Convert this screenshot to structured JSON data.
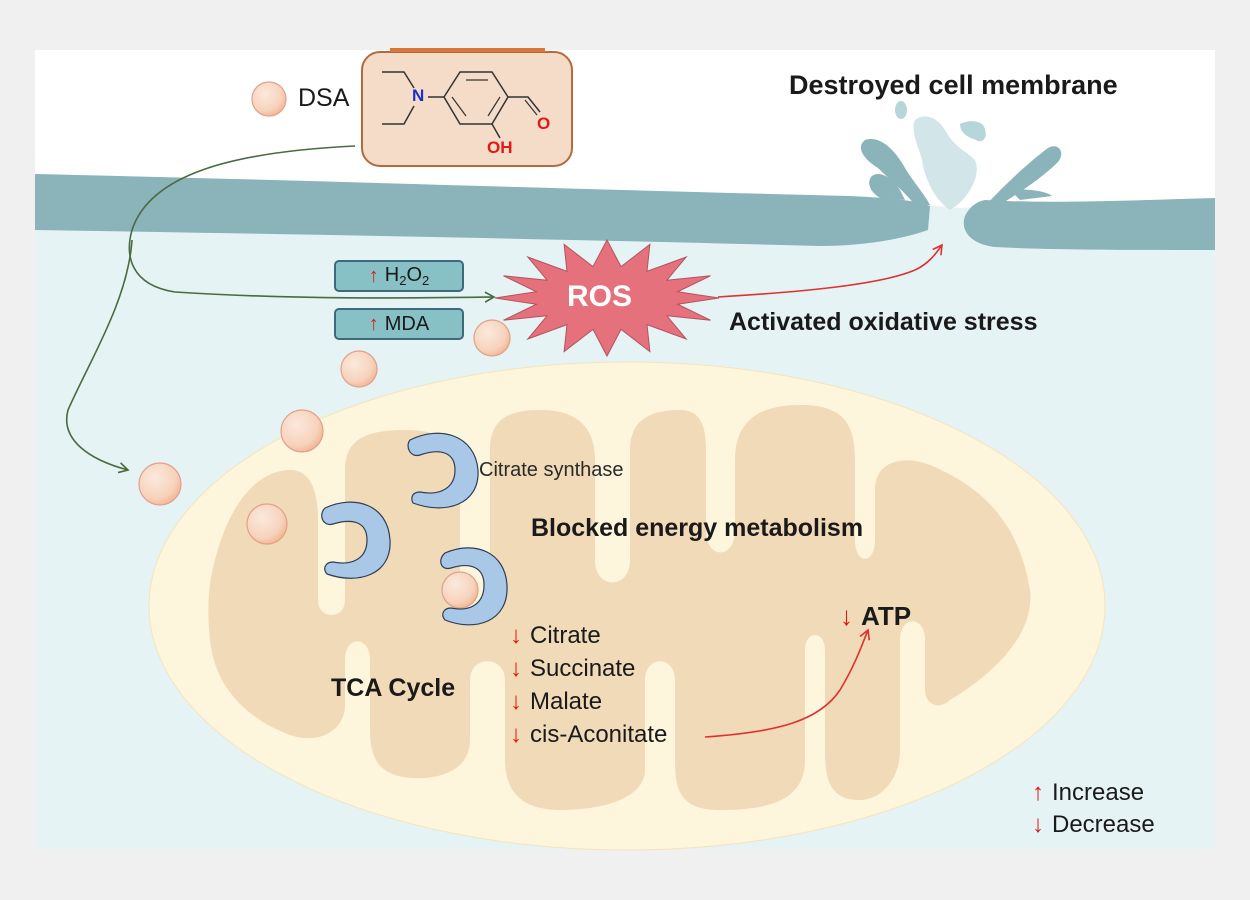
{
  "figure": {
    "compound": {
      "label": "DSA",
      "structure_atoms": {
        "nitrogen": "N",
        "hydroxyl": "OH",
        "aldehyde_oxygen": "O"
      }
    },
    "titles": {
      "membrane": "Destroyed cell membrane",
      "oxidative": "Activated oxidative stress",
      "energy": "Blocked energy metabolism",
      "tca": "TCA Cycle"
    },
    "markers": {
      "h2o2": {
        "arrow": "↑",
        "text": "H",
        "sub1": "2",
        "mid": "O",
        "sub2": "2"
      },
      "mda": {
        "arrow": "↑",
        "text": "MDA"
      }
    },
    "ros_label": "ROS",
    "enzyme_label": "Citrate synthase",
    "metabolites": [
      {
        "arrow": "↓",
        "name": "Citrate"
      },
      {
        "arrow": "↓",
        "name": "Succinate"
      },
      {
        "arrow": "↓",
        "name": "Malate"
      },
      {
        "arrow": "↓",
        "name": "cis-Aconitate"
      }
    ],
    "atp": {
      "arrow": "↓",
      "name": "ATP"
    },
    "legend": [
      {
        "arrow": "↑",
        "label": "Increase"
      },
      {
        "arrow": "↓",
        "label": "Decrease"
      }
    ],
    "colors": {
      "cytoplasm": "#e6f3f4",
      "membrane": "#8ab3ba",
      "outer_mito": "#fdf5dc",
      "inner_mito": "#f1dab7",
      "ros": "#e5717d",
      "enzyme": "#a9c8e8",
      "arrow_green": "#4a6b3f",
      "arrow_red": "#e03030",
      "molecule": "#f6cfb4"
    }
  }
}
